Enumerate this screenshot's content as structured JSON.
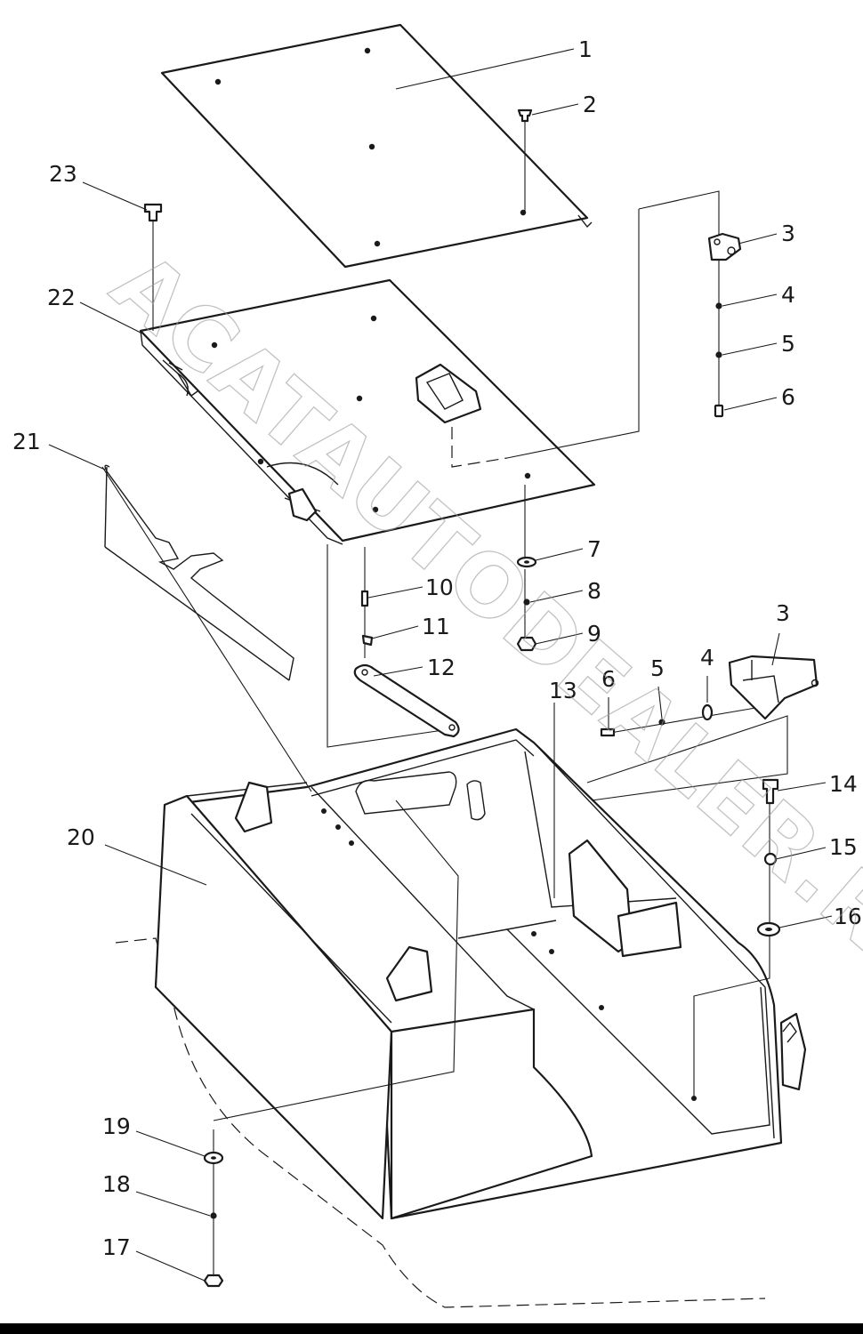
{
  "watermark": "ACATAUTODEALER.RU",
  "colors": {
    "line": "#1a1a1a",
    "watermark": "#9a9a9a",
    "bar": "#000000"
  },
  "callouts": {
    "c1": "1",
    "c2": "2",
    "c3a": "3",
    "c4a": "4",
    "c5a": "5",
    "c6a": "6",
    "c7": "7",
    "c8": "8",
    "c9": "9",
    "c10": "10",
    "c11": "11",
    "c12": "12",
    "c13": "13",
    "c3b": "3",
    "c4b": "4",
    "c5b": "5",
    "c6b": "6",
    "c14": "14",
    "c15": "15",
    "c16": "16",
    "c17": "17",
    "c18": "18",
    "c19": "19",
    "c20": "20",
    "c21": "21",
    "c22": "22",
    "c23": "23"
  }
}
